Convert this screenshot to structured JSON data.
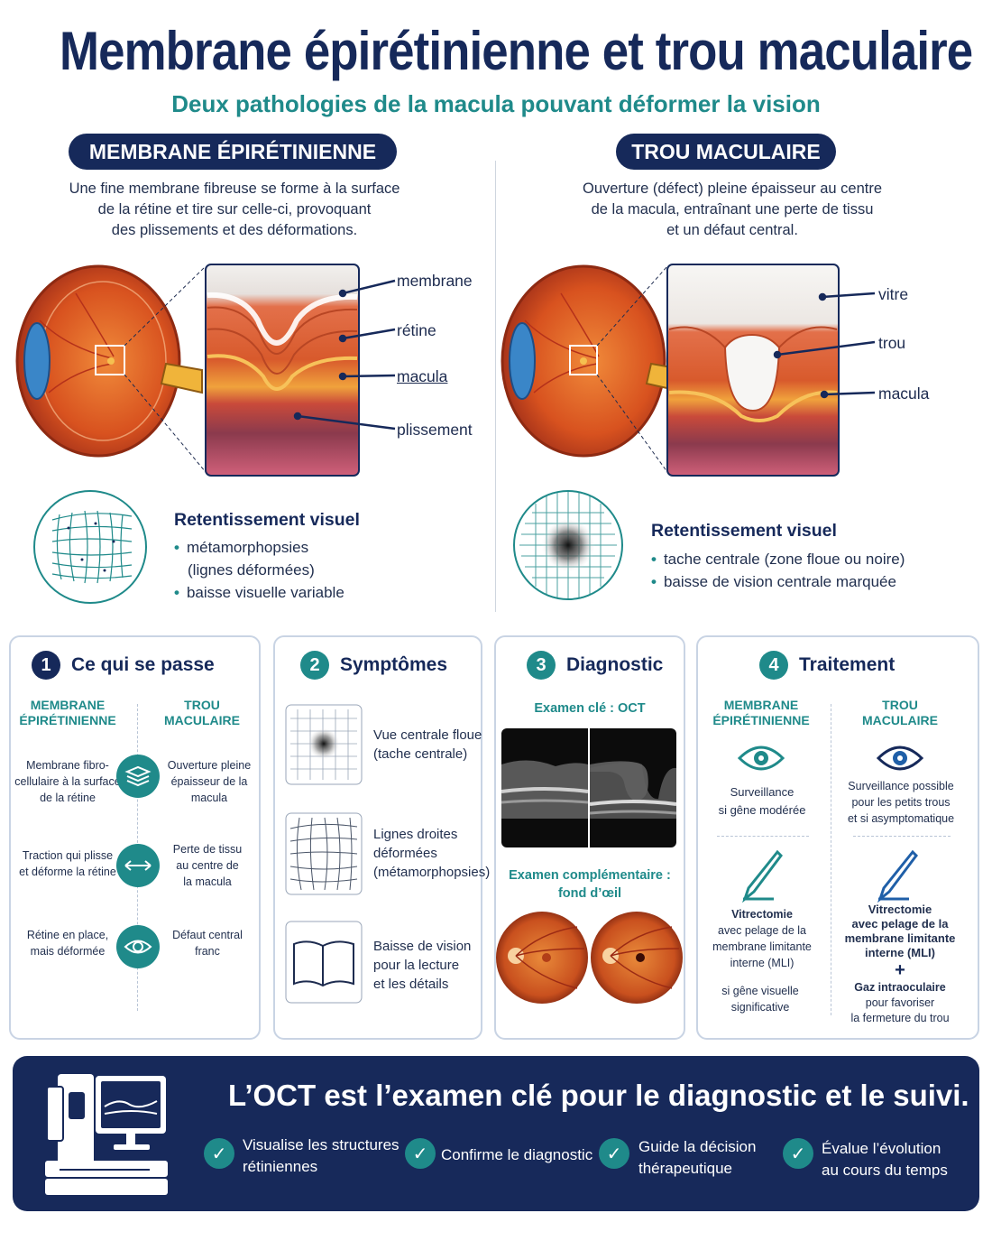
{
  "header": {
    "title": "Membrane épirétinienne et trou maculaire",
    "subtitle": "Deux pathologies de la macula pouvant déformer la vision"
  },
  "left": {
    "pill": "MEMBRANE ÉPIRÉTINIENNE",
    "desc": [
      "Une fine membrane fibreuse se forme à la surface",
      "de la rétine et tire sur celle-ci, provoquant",
      "des plissements et des déformations."
    ],
    "labels": [
      "membrane",
      "rétine",
      "macula",
      "plissement"
    ],
    "ret_title": "Retentissement visuel",
    "ret_items": [
      "métamorphopsies",
      "(lignes déformées)",
      "baisse visuelle variable"
    ]
  },
  "right": {
    "pill": "TROU MACULAIRE",
    "desc": [
      "Ouverture (défect) pleine épaisseur au centre",
      "de la macula, entraînant une perte de tissu",
      "et un défaut central."
    ],
    "labels": [
      "vitre",
      "trou",
      "macula"
    ],
    "ret_title": "Retentissement visuel",
    "ret_items": [
      "tache centrale (zone floue ou noire)",
      "baisse de vision centrale marquée"
    ]
  },
  "card1": {
    "num": "1",
    "title": "Ce qui se passe",
    "col_left": [
      "MEMBRANE",
      "ÉPIRÉTINIENNE"
    ],
    "col_right": [
      "TROU",
      "MACULAIRE"
    ],
    "rows": [
      {
        "left": [
          "Membrane fibro-",
          "cellulaire à la surface",
          "de la rétine"
        ],
        "right": [
          "Ouverture pleine",
          "épaisseur de la",
          "macula"
        ],
        "icon": "layers-icon"
      },
      {
        "left": [
          "Traction qui plisse",
          "et déforme la rétine"
        ],
        "right": [
          "Perte de tissu",
          "au centre de",
          "la macula"
        ],
        "icon": "arrows-icon"
      },
      {
        "left": [
          "Rétine en place,",
          "mais déformée"
        ],
        "right": [
          "Défaut central",
          "franc"
        ],
        "icon": "eye-icon"
      }
    ]
  },
  "card2": {
    "num": "2",
    "title": "Symptômes",
    "items": [
      [
        "Vue centrale floue",
        "(tache centrale)"
      ],
      [
        "Lignes droites",
        "déformées",
        "(métamorphopsies)"
      ],
      [
        "Baisse de vision",
        "pour la lecture",
        "et les détails"
      ]
    ]
  },
  "card3": {
    "num": "3",
    "title": "Diagnostic",
    "oct_label": "Examen clé : OCT",
    "fundus_label": [
      "Examen complémentaire :",
      "fond d’œil"
    ]
  },
  "card4": {
    "num": "4",
    "title": "Traitement",
    "col_left": [
      "MEMBRANE",
      "ÉPIRÉTINIENNE"
    ],
    "col_right": [
      "TROU",
      "MACULAIRE"
    ],
    "left_top": [
      "Surveillance",
      "si gêne modérée"
    ],
    "right_top": [
      "Surveillance possible",
      "pour les petits trous",
      "et si asymptomatique"
    ],
    "left_bottom_bold": "Vitrectomie",
    "left_bottom": [
      "avec pelage de la",
      "membrane limitante",
      "interne (MLI)"
    ],
    "left_bottom_note": [
      "si gêne visuelle",
      "significative"
    ],
    "right_bottom_bold": [
      "Vitrectomie",
      "avec pelage de la",
      "membrane limitante",
      "interne (MLI)"
    ],
    "plus": "+",
    "right_gas_bold": "Gaz intraoculaire",
    "right_gas": [
      "pour favoriser",
      "la fermeture du trou"
    ]
  },
  "banner": {
    "title": "L’OCT est l’examen clé pour le diagnostic et le suivi.",
    "checks": [
      [
        "Visualise les structures",
        "rétiniennes"
      ],
      [
        "Confirme le diagnostic"
      ],
      [
        "Guide la décision",
        "thérapeutique"
      ],
      [
        "Évalue l’évolution",
        "au cours du temps"
      ]
    ]
  },
  "colors": {
    "navy": "#16295a",
    "teal": "#1f8a8a",
    "retina": "#d9572a"
  }
}
